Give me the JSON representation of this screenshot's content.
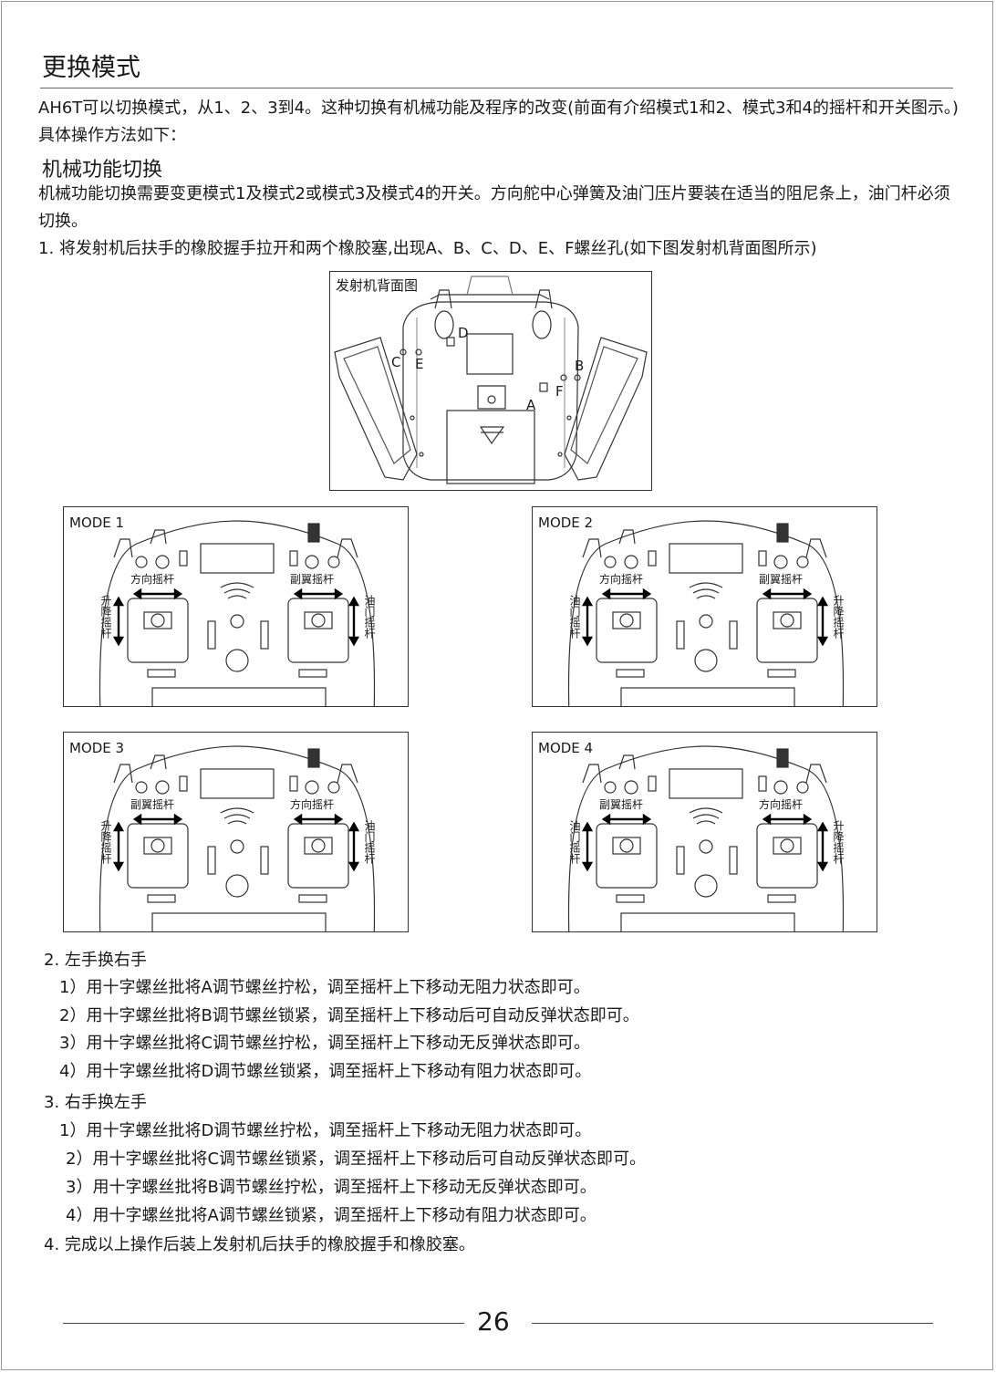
{
  "page": {
    "title": "更换模式",
    "intro": "AH6T可以切换模式，从1、2、3到4。这种切换有机械功能及程序的改变(前面有介绍模式1和2、模式3和4的摇杆和开关图示。)具体操作方法如下：",
    "section_title": "机械功能切换",
    "section_text": "机械功能切换需要变更模式1及模式2或模式3及模式4的开关。方向舵中心弹簧及油门压片要装在适当的阻尼条上，油门杆必须切换。",
    "step1": "1. 将发射机后扶手的橡胶握手拉开和两个橡胶塞,出现A、B、C、D、E、F螺丝孔(如下图发射机背面图所示)",
    "page_number": "26"
  },
  "back_figure": {
    "label": "发射机背面图",
    "points": [
      "A",
      "B",
      "C",
      "D",
      "E",
      "F"
    ]
  },
  "modes": [
    {
      "label": "MODE 1",
      "left_top": "方向摇杆",
      "right_top": "副翼摇杆",
      "left_side": "升降摇杆",
      "right_side": "油门摇杆"
    },
    {
      "label": "MODE 2",
      "left_top": "方向摇杆",
      "right_top": "副翼摇杆",
      "left_side": "油门摇杆",
      "right_side": "升降摇杆"
    },
    {
      "label": "MODE 3",
      "left_top": "副翼摇杆",
      "right_top": "方向摇杆",
      "left_side": "升降摇杆",
      "right_side": "油门摇杆"
    },
    {
      "label": "MODE 4",
      "left_top": "副翼摇杆",
      "right_top": "方向摇杆",
      "left_side": "油门摇杆",
      "right_side": "升降摇杆"
    }
  ],
  "step2": {
    "title": "2. 左手换右手",
    "items": [
      "1）用十字螺丝批将A调节螺丝拧松，调至摇杆上下移动无阻力状态即可。",
      "2）用十字螺丝批将B调节螺丝锁紧，调至摇杆上下移动后可自动反弹状态即可。",
      "3）用十字螺丝批将C调节螺丝拧松，调至摇杆上下移动无反弹状态即可。",
      "4）用十字螺丝批将D调节螺丝锁紧，调至摇杆上下移动有阻力状态即可。"
    ]
  },
  "step3": {
    "title": "3. 右手换左手",
    "items": [
      "1）用十字螺丝批将D调节螺丝拧松，调至摇杆上下移动无阻力状态即可。",
      "2）用十字螺丝批将C调节螺丝锁紧，调至摇杆上下移动后可自动反弹状态即可。",
      "3）用十字螺丝批将B调节螺丝拧松，调至摇杆上下移动无反弹状态即可。",
      "4）用十字螺丝批将A调节螺丝锁紧，调至摇杆上下移动有阻力状态即可。"
    ]
  },
  "step4": "4. 完成以上操作后装上发射机后扶手的橡胶握手和橡胶塞。"
}
